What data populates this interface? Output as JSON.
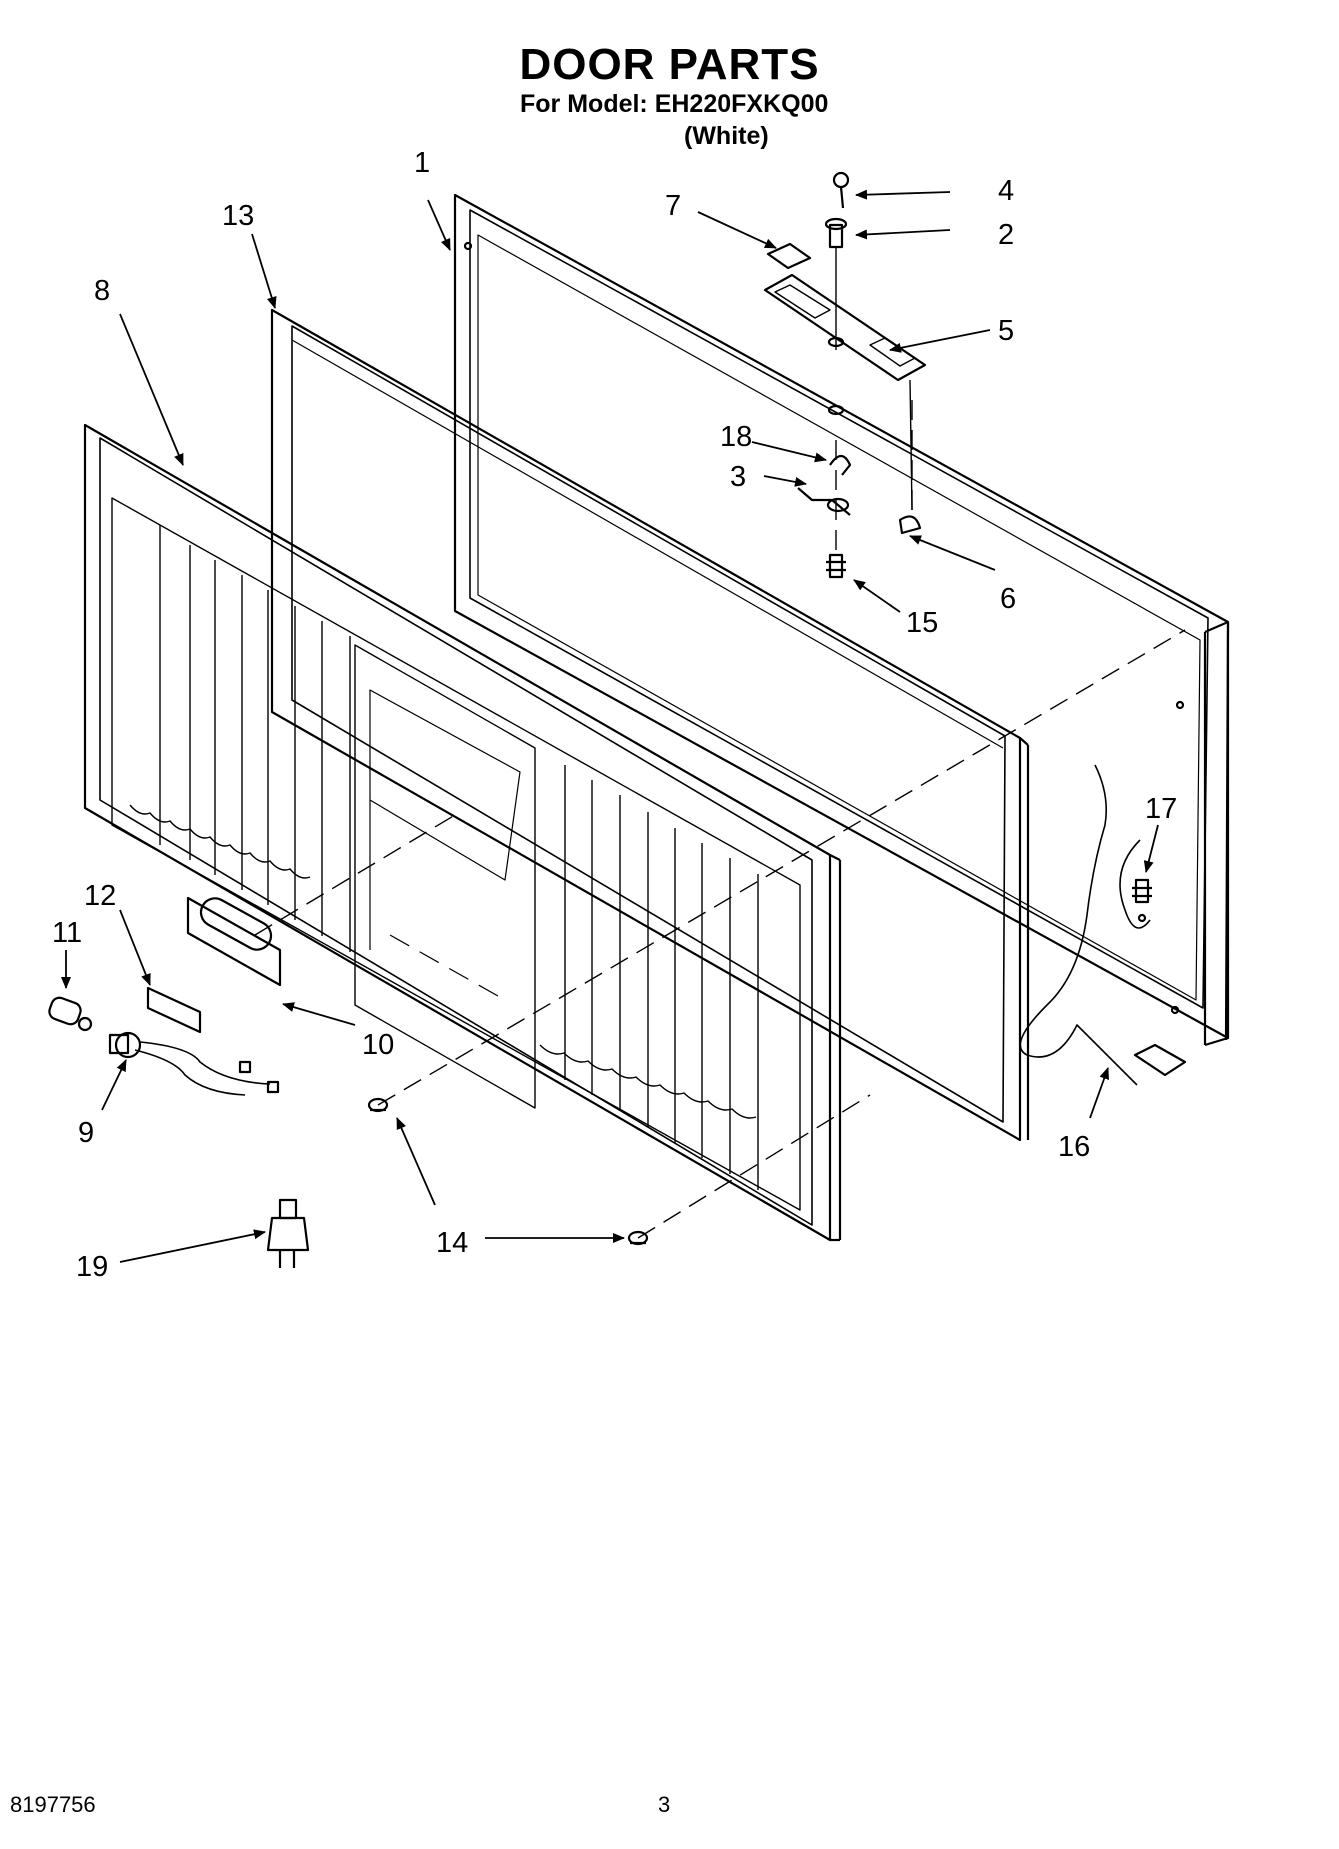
{
  "header": {
    "title": "DOOR PARTS",
    "model": "For Model: EH220FXKQ00",
    "color": "(White)"
  },
  "callouts": [
    "1",
    "2",
    "3",
    "4",
    "5",
    "6",
    "7",
    "8",
    "9",
    "10",
    "11",
    "12",
    "13",
    "14",
    "15",
    "16",
    "17",
    "18",
    "19"
  ],
  "footer": {
    "doc_number": "8197756",
    "page_number": "3"
  },
  "colors": {
    "ink": "#000000",
    "paper": "#ffffff"
  }
}
